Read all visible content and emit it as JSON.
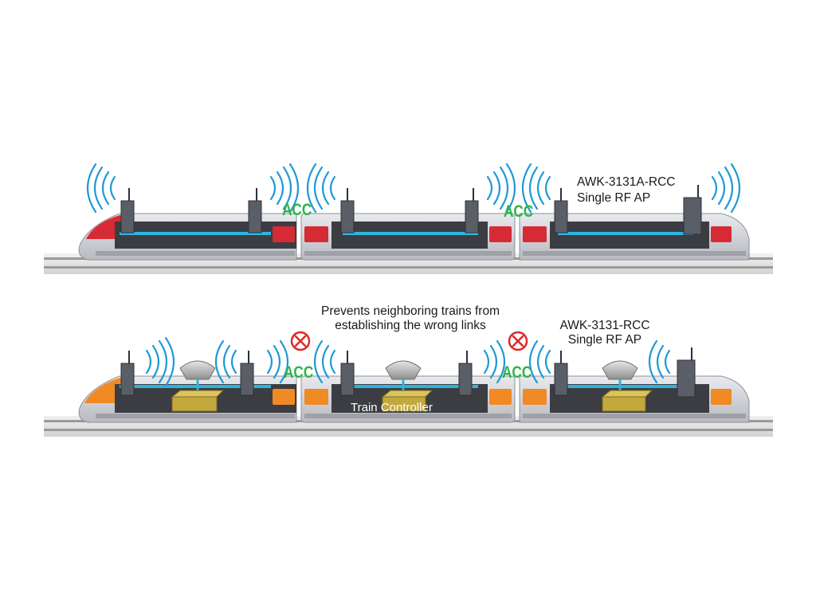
{
  "top_train": {
    "ap_label_line1": "AWK-3131A-RCC",
    "ap_label_line2": "Single RF AP",
    "coupler_label": "ACC",
    "accent_color": "#d62b35"
  },
  "bottom_train": {
    "ap_label_line1": "AWK-3131-RCC",
    "ap_label_line2": "Single RF AP",
    "coupler_label": "ACC",
    "note_line1": "Prevents neighboring trains from",
    "note_line2": "establishing the wrong links",
    "controller_label": "Train Controller",
    "accent_color": "#f08a24",
    "blocked_icon": "x-circle-icon"
  },
  "colors": {
    "wifi": "#1e9ad6",
    "acc_text": "#2fb34a",
    "cable": "#2bb5e0",
    "blocked": "#e02828"
  }
}
